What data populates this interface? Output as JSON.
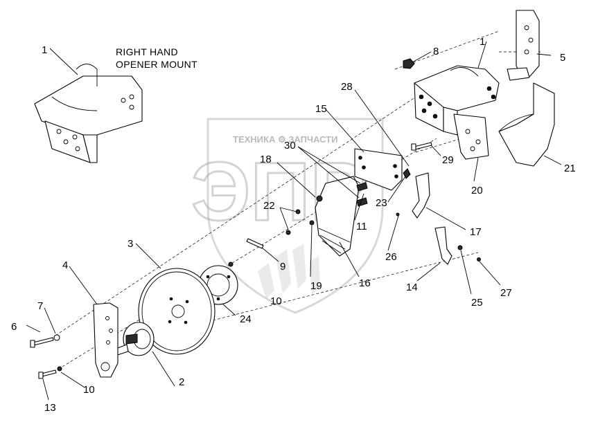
{
  "note": {
    "line1": "RIGHT HAND",
    "line2": "OPENER MOUNT"
  },
  "watermark": {
    "company": "ТЕХНИКА  ⚙  ЗАПЧАСТИ",
    "logo_letters": "ЭПР"
  },
  "callouts": {
    "c1_left": "1",
    "c1_right": "1",
    "c2": "2",
    "c3": "3",
    "c4": "4",
    "c5": "5",
    "c6": "6",
    "c7": "7",
    "c8": "8",
    "c9": "9",
    "c10_bottom": "10",
    "c10_center": "10",
    "c11": "11",
    "c13": "13",
    "c14": "14",
    "c15": "15",
    "c16": "16",
    "c17": "17",
    "c18": "18",
    "c19": "19",
    "c20": "20",
    "c21": "21",
    "c22": "22",
    "c23": "23",
    "c24": "24",
    "c25": "25",
    "c26": "26",
    "c27": "27",
    "c28": "28",
    "c29": "29",
    "c30": "30"
  }
}
